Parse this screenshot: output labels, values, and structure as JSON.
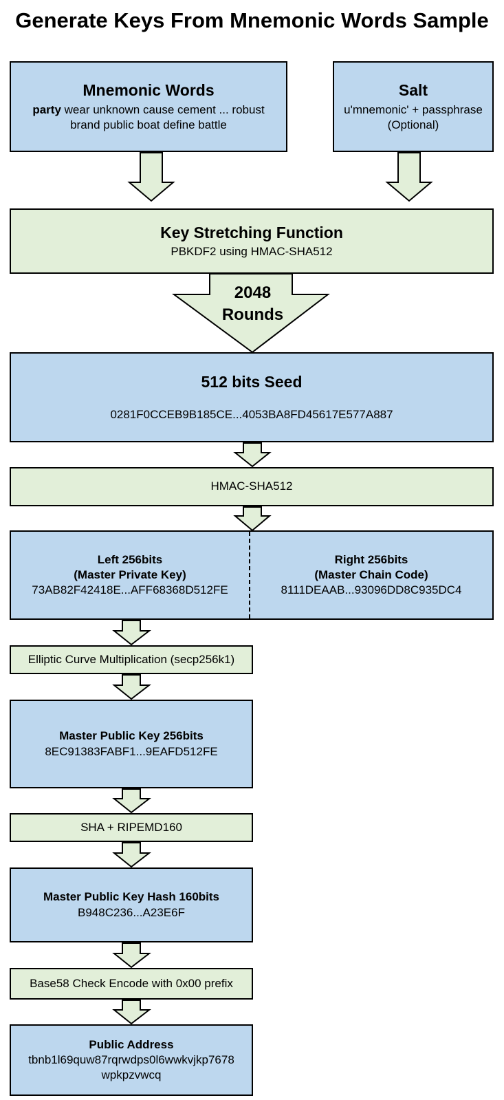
{
  "title": "Generate Keys From Mnemonic Words Sample",
  "mnemonic": {
    "heading": "Mnemonic Words",
    "first_word": "party",
    "line1_rest": " wear unknown cause cement ... robust",
    "line2": "brand public boat define battle"
  },
  "salt": {
    "heading": "Salt",
    "line1": "u'mnemonic' + passphrase",
    "line2": "(Optional)"
  },
  "stretch": {
    "heading": "Key Stretching Function",
    "sub": "PBKDF2 using HMAC-SHA512"
  },
  "rounds": {
    "line1": "2048",
    "line2": "Rounds"
  },
  "seed": {
    "heading": "512 bits Seed",
    "value": "0281F0CCEB9B185CE...4053BA8FD45617E577A887"
  },
  "hmac": {
    "label": "HMAC-SHA512"
  },
  "left": {
    "line1": "Left 256bits",
    "line2": "(Master Private Key)",
    "value": "73AB82F42418E...AFF68368D512FE"
  },
  "right": {
    "line1": "Right 256bits",
    "line2": "(Master Chain Code)",
    "value": "8111DEAAB...93096DD8C935DC4"
  },
  "ecm": {
    "label": "Elliptic Curve Multiplication (secp256k1)"
  },
  "pubkey": {
    "heading": "Master Public Key 256bits",
    "value": "8EC91383FABF1...9EAFD512FE"
  },
  "sha": {
    "label": "SHA + RIPEMD160"
  },
  "hash": {
    "heading": "Master Public Key Hash 160bits",
    "value": "B948C236...A23E6F"
  },
  "base58": {
    "label": "Base58 Check Encode with 0x00 prefix"
  },
  "address": {
    "heading": "Public Address",
    "line1": "tbnb1l69quw87rqrwdps0l6wwkvjkp7678",
    "line2": "wpkpzvwcq"
  },
  "colors": {
    "blue": "#bdd7ee",
    "green": "#e2efd9",
    "border": "#000000"
  }
}
